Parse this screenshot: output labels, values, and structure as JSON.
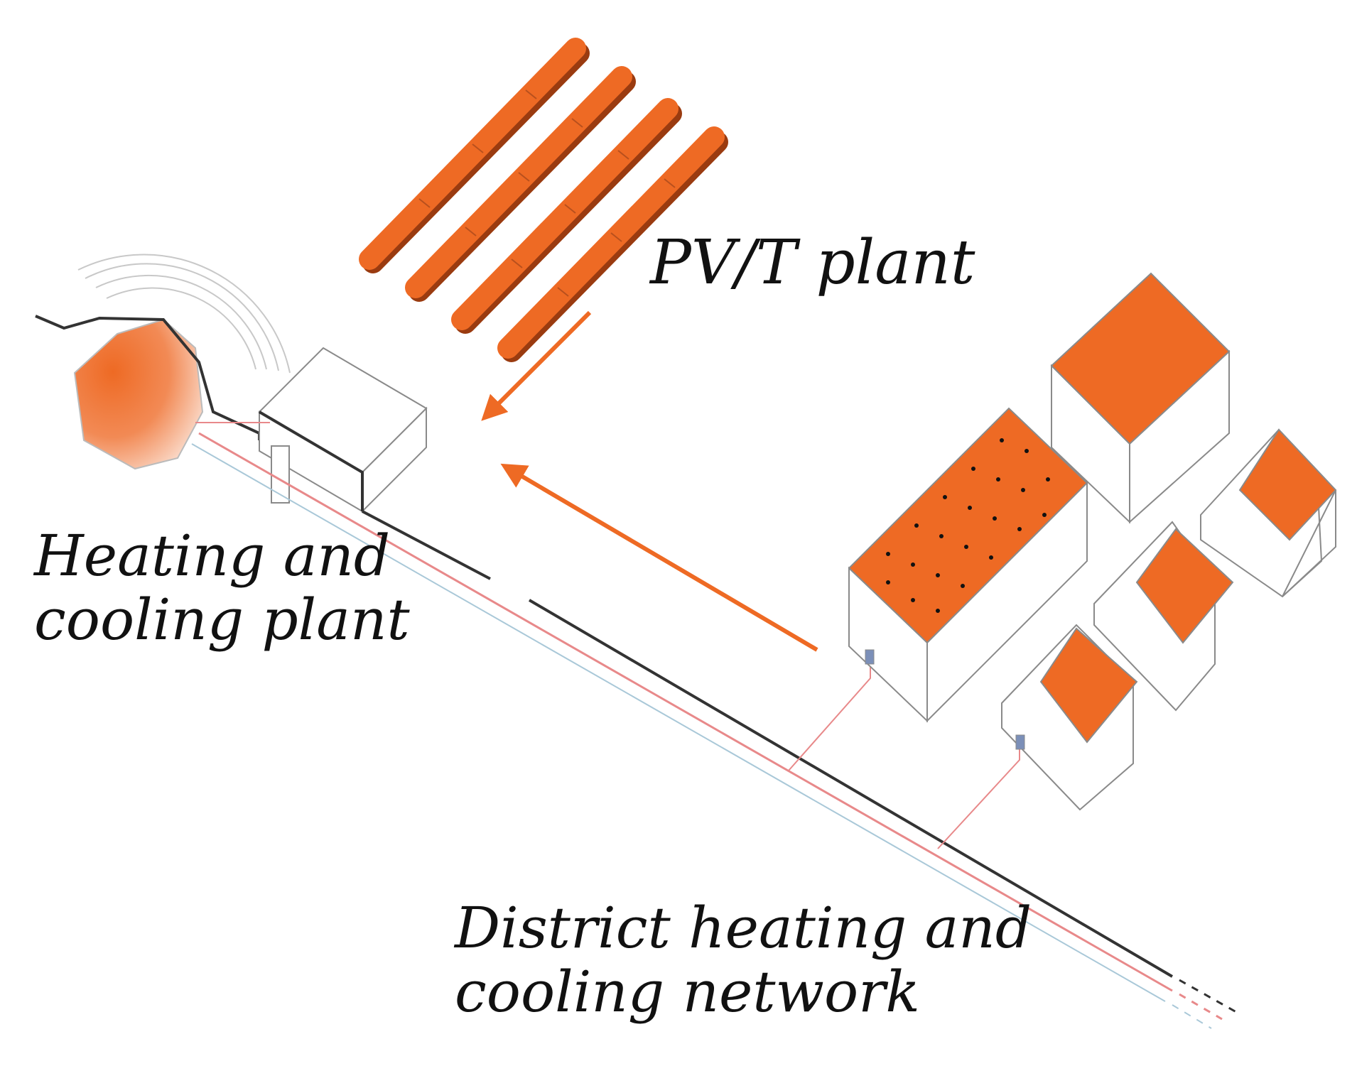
{
  "labels": {
    "pvt_plant": "PV/T plant",
    "heating_cooling_plant": [
      "Heating and",
      "cooling plant"
    ],
    "district_network": [
      "District heating and",
      "cooling network"
    ]
  },
  "colors": {
    "accent_orange": "#EE6A24",
    "outline": "#8a8a8a",
    "pipe_dark": "#333333",
    "pipe_red": "#e8898a",
    "pipe_blue": "#a9c8d8"
  },
  "icons": {
    "pv_rows": "solar-panel-row-icon",
    "plant": "plant-building-icon",
    "storage": "thermal-storage-icon",
    "buildings": "house-icon"
  }
}
